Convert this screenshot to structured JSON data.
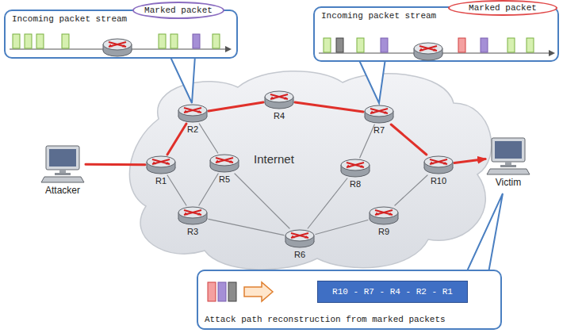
{
  "diagram": {
    "nodes": [
      {
        "text": [
          "Incoming packet stream"
        ]
      },
      {
        "text": [
          "Marked packet"
        ],
        "in": 0
      },
      {
        "text": [
          "Incoming packet stream"
        ]
      },
      {
        "text": [
          "Marked packet"
        ],
        "in": 2
      },
      {
        "text": [
          "Attacker"
        ]
      },
      {
        "text": [
          "R1"
        ]
      },
      {
        "text": [
          "R2"
        ]
      },
      {
        "text": [
          "R3"
        ]
      },
      {
        "text": [
          "R4"
        ]
      },
      {
        "text": [
          "R5"
        ]
      },
      {
        "text": [
          "R6"
        ]
      },
      {
        "text": [
          "R7"
        ]
      },
      {
        "text": [
          "R8"
        ]
      },
      {
        "text": [
          "R9"
        ]
      },
      {
        "text": [
          "R10"
        ]
      },
      {
        "text": [
          "Victim"
        ]
      },
      {
        "text": [
          "Attack path reconstruction from marked packets"
        ]
      },
      {
        "text": [
          "R10 - R7 - R4 - R2 - R1"
        ],
        "in": 16
      }
    ],
    "edges": [
      {
        "from": 4,
        "to": 5,
        "arrow": "none"
      },
      {
        "from": 5,
        "to": 6,
        "arrow": "none"
      },
      {
        "from": 6,
        "to": 8,
        "arrow": "none"
      },
      {
        "from": 8,
        "to": 11,
        "arrow": "none"
      },
      {
        "from": 11,
        "to": 14,
        "arrow": "none"
      },
      {
        "from": 14,
        "to": 15,
        "arrow": "to"
      },
      {
        "from": 5,
        "to": 7,
        "arrow": "none"
      },
      {
        "from": 6,
        "to": 9,
        "arrow": "none"
      },
      {
        "from": 9,
        "to": 7,
        "arrow": "none"
      },
      {
        "from": 9,
        "to": 10,
        "arrow": "none"
      },
      {
        "from": 7,
        "to": 10,
        "arrow": "none"
      },
      {
        "from": 10,
        "to": 12,
        "arrow": "none"
      },
      {
        "from": 11,
        "to": 12,
        "arrow": "none"
      },
      {
        "from": 10,
        "to": 13,
        "arrow": "none"
      },
      {
        "from": 13,
        "to": 14,
        "arrow": "none"
      }
    ],
    "labels": [
      "Internet"
    ]
  }
}
